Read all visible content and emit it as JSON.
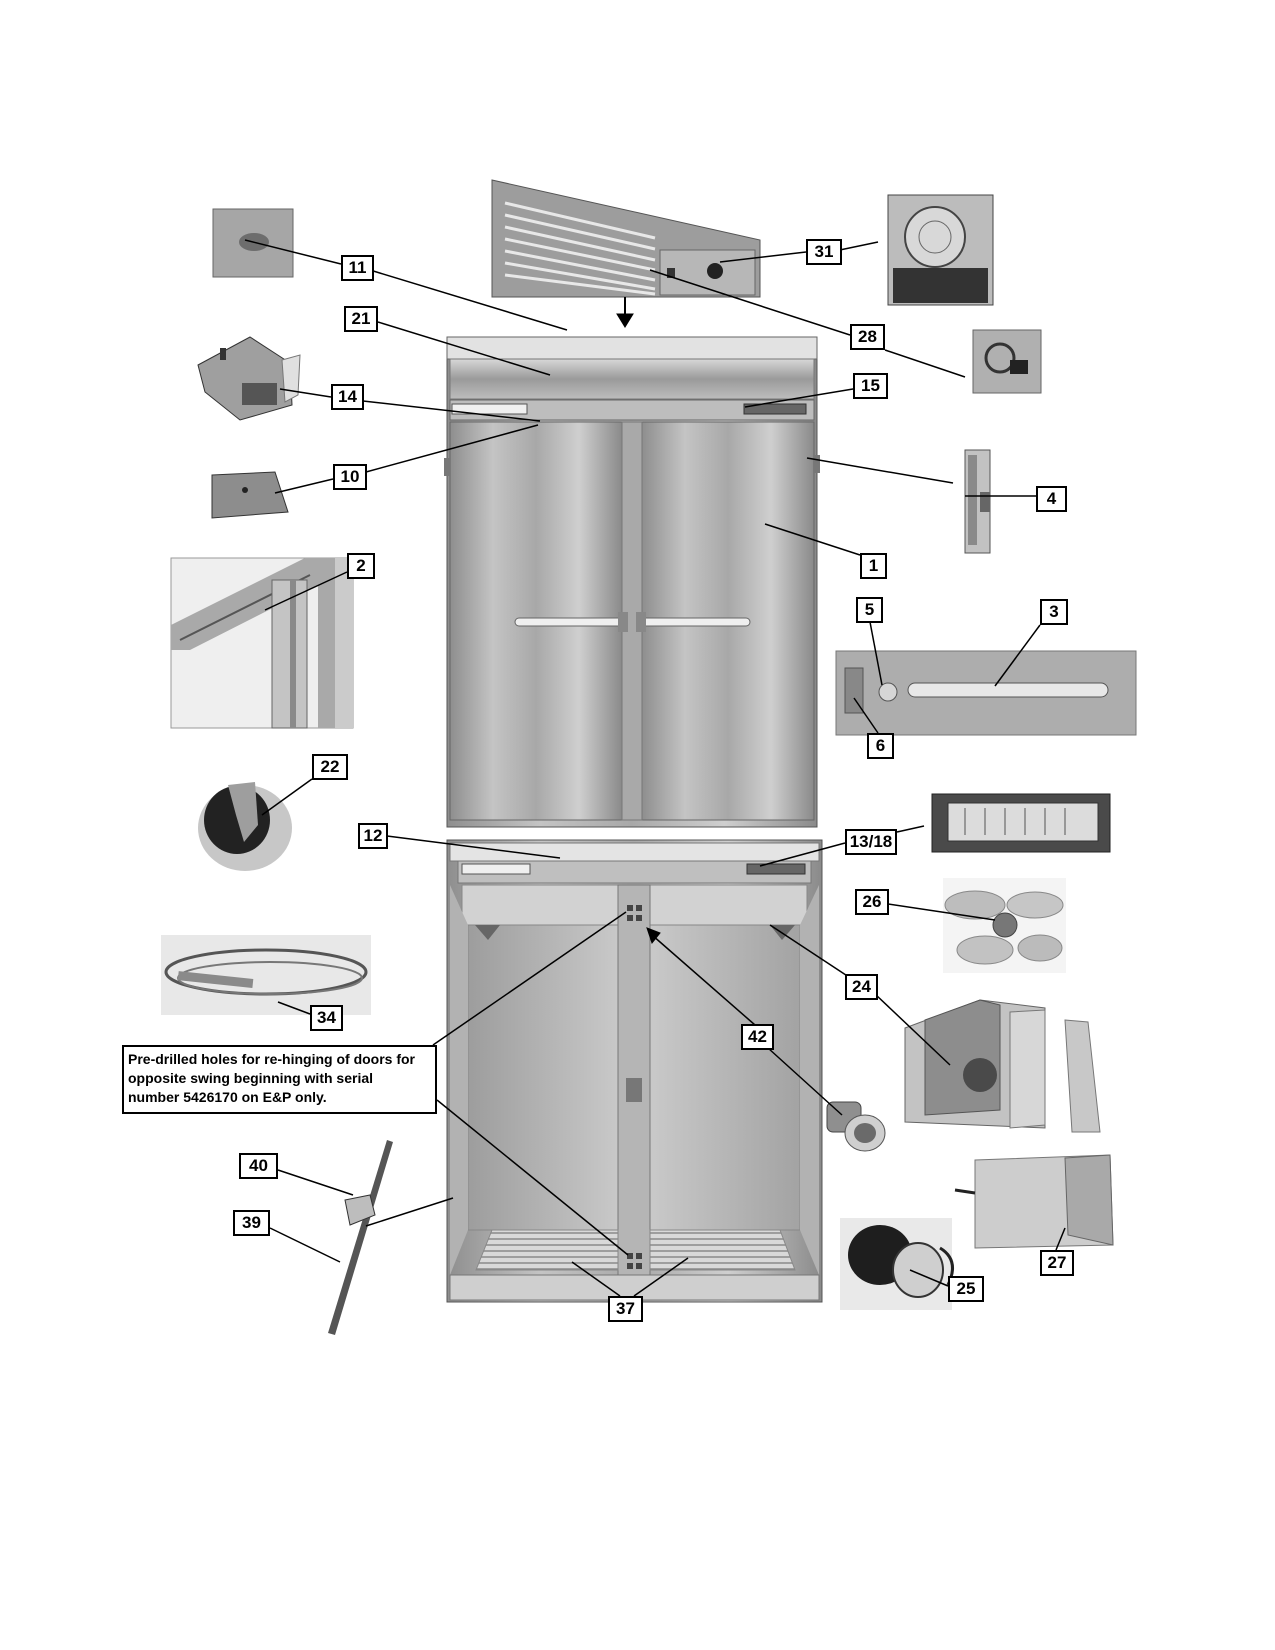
{
  "callouts": [
    {
      "id": "11",
      "label": "11"
    },
    {
      "id": "21",
      "label": "21"
    },
    {
      "id": "31",
      "label": "31"
    },
    {
      "id": "28",
      "label": "28"
    },
    {
      "id": "14",
      "label": "14"
    },
    {
      "id": "15",
      "label": "15"
    },
    {
      "id": "10",
      "label": "10"
    },
    {
      "id": "4",
      "label": "4"
    },
    {
      "id": "1",
      "label": "1"
    },
    {
      "id": "2",
      "label": "2"
    },
    {
      "id": "5",
      "label": "5"
    },
    {
      "id": "3",
      "label": "3"
    },
    {
      "id": "6",
      "label": "6"
    },
    {
      "id": "22",
      "label": "22"
    },
    {
      "id": "12",
      "label": "12"
    },
    {
      "id": "13-18",
      "label": "13/18"
    },
    {
      "id": "26",
      "label": "26"
    },
    {
      "id": "34",
      "label": "34"
    },
    {
      "id": "24",
      "label": "24"
    },
    {
      "id": "42",
      "label": "42"
    },
    {
      "id": "40",
      "label": "40"
    },
    {
      "id": "39",
      "label": "39"
    },
    {
      "id": "27",
      "label": "27"
    },
    {
      "id": "25",
      "label": "25"
    },
    {
      "id": "37",
      "label": "37"
    }
  ],
  "note": {
    "line1": "Pre-drilled holes for re-hinging of doors for",
    "line2": "opposite swing beginning with serial",
    "line3": "number 5426170 on E&P only."
  }
}
